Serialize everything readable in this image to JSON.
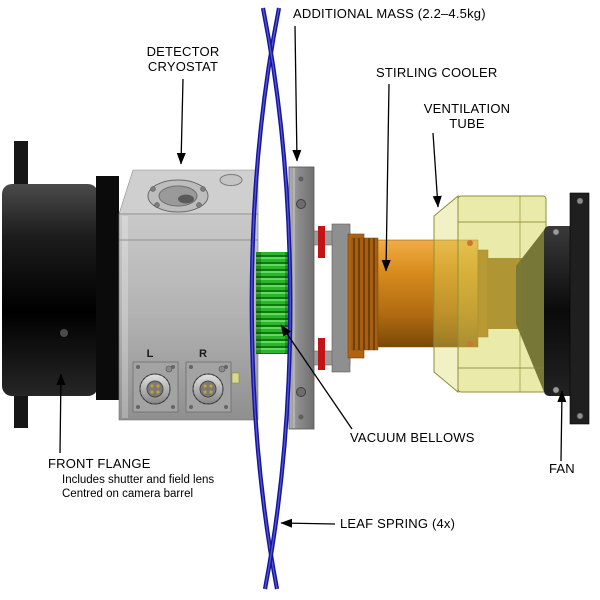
{
  "diagram": {
    "labels": {
      "additional_mass": "ADDITIONAL MASS (2.2–4.5kg)",
      "detector_line1": "DETECTOR",
      "detector_line2": "CRYOSTAT",
      "stirling_cooler": "STIRLING COOLER",
      "ventilation_line1": "VENTILATION",
      "ventilation_line2": "TUBE",
      "front_flange": "FRONT FLANGE",
      "front_flange_note1": "Includes shutter and field lens",
      "front_flange_note2": "Centred on camera barrel",
      "vacuum_bellows": "VACUUM BELLOWS",
      "fan": "FAN",
      "leaf_spring": "LEAF SPRING (4x)",
      "port_left": "L",
      "port_right": "R"
    },
    "colors": {
      "leaf_spring_blue": "#15159e",
      "bellows_green": "#21a321",
      "cooler_orange": "#c87a16",
      "tube_yellow": "#d6d658",
      "accent_red": "#c21414"
    }
  }
}
